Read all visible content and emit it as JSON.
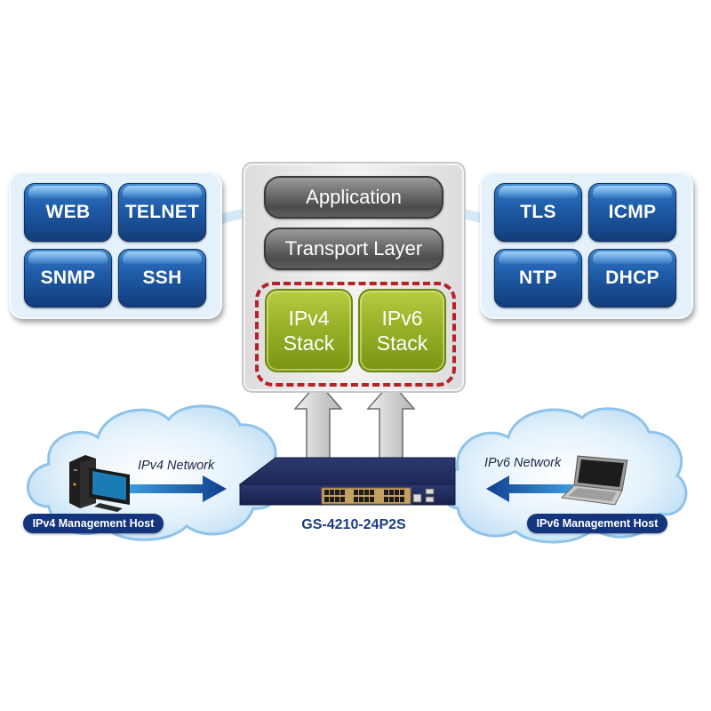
{
  "left_panel": {
    "protocols": [
      "WEB",
      "TELNET",
      "SNMP",
      "SSH"
    ]
  },
  "right_panel": {
    "protocols": [
      "TLS",
      "ICMP",
      "NTP",
      "DHCP"
    ]
  },
  "stack": {
    "application": "Application",
    "transport": "Transport Layer",
    "ipv4_stack": [
      "IPv4",
      "Stack"
    ],
    "ipv6_stack": [
      "IPv6",
      "Stack"
    ]
  },
  "left_cloud": {
    "network_label": "IPv4 Network",
    "host_label": "IPv4 Management Host"
  },
  "right_cloud": {
    "network_label": "IPv6 Network",
    "host_label": "IPv6 Management Host"
  },
  "switch": {
    "model": "GS-4210-24P2S"
  },
  "colors": {
    "protocol_blue": "#1e5aa6",
    "layer_gray": "#5e5e5e",
    "stack_green": "#98b128",
    "dashed_red": "#b8202a",
    "host_pill": "#14357d",
    "model_text": "#1d3c87",
    "cloud_fill": "#d6ebf8",
    "cloud_edge": "#8fc3ea"
  }
}
